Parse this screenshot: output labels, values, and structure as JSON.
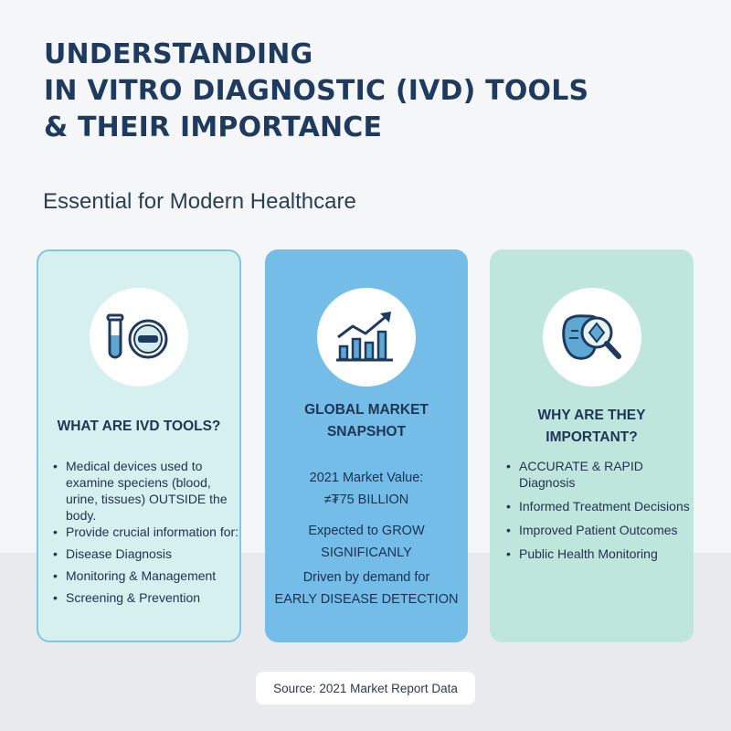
{
  "header": {
    "title_line1": "UNDERSTANDING",
    "title_line2": "IN VITRO DIAGNOSTIC (IVD) TOOLS",
    "title_line3": "& THEIR IMPORTANCE",
    "subtitle": "Essential for Modern Healthcare"
  },
  "colors": {
    "title": "#1e3a5f",
    "card1_bg": "#d6efef",
    "card2_bg": "#74bde8",
    "card3_bg": "#bfe6dd",
    "icon_stroke": "#1e3a5f",
    "icon_fill": "#5fa8d3"
  },
  "cards": [
    {
      "icon": "test-tube-and-pill-icon",
      "title": "WHAT ARE IVD TOOLS?",
      "items": [
        "Medical devices used to examine speciens (blood, urine, tissues) OUTSIDE the body.",
        "Provide crucial information for:",
        "Disease Diagnosis",
        "Monitoring & Management",
        "Screening & Prevention"
      ]
    },
    {
      "icon": "bar-chart-growth-icon",
      "title_line1": "GLOBAL MARKET",
      "title_line2": "SNAPSHOT",
      "value_label": "2021 Market Value:",
      "value": "≠₮75 BILLION",
      "growth_line1": "Expected to GROW",
      "growth_line2": "SIGNIFICANLY",
      "driver_line1": "Driven by demand for",
      "driver_line2": "EARLY DISEASE DETECTION"
    },
    {
      "icon": "organ-magnifier-icon",
      "title_line1": "WHY ARE THEY",
      "title_line2": "IMPORTANT?",
      "items": [
        "ACCURATE & RAPID Diagnosis",
        "Informed Treatment Decisions",
        "Improved Patient Outcomes",
        "Public Health Monitoring"
      ]
    }
  ],
  "footer": {
    "source": "Source: 2021 Market Report Data"
  }
}
